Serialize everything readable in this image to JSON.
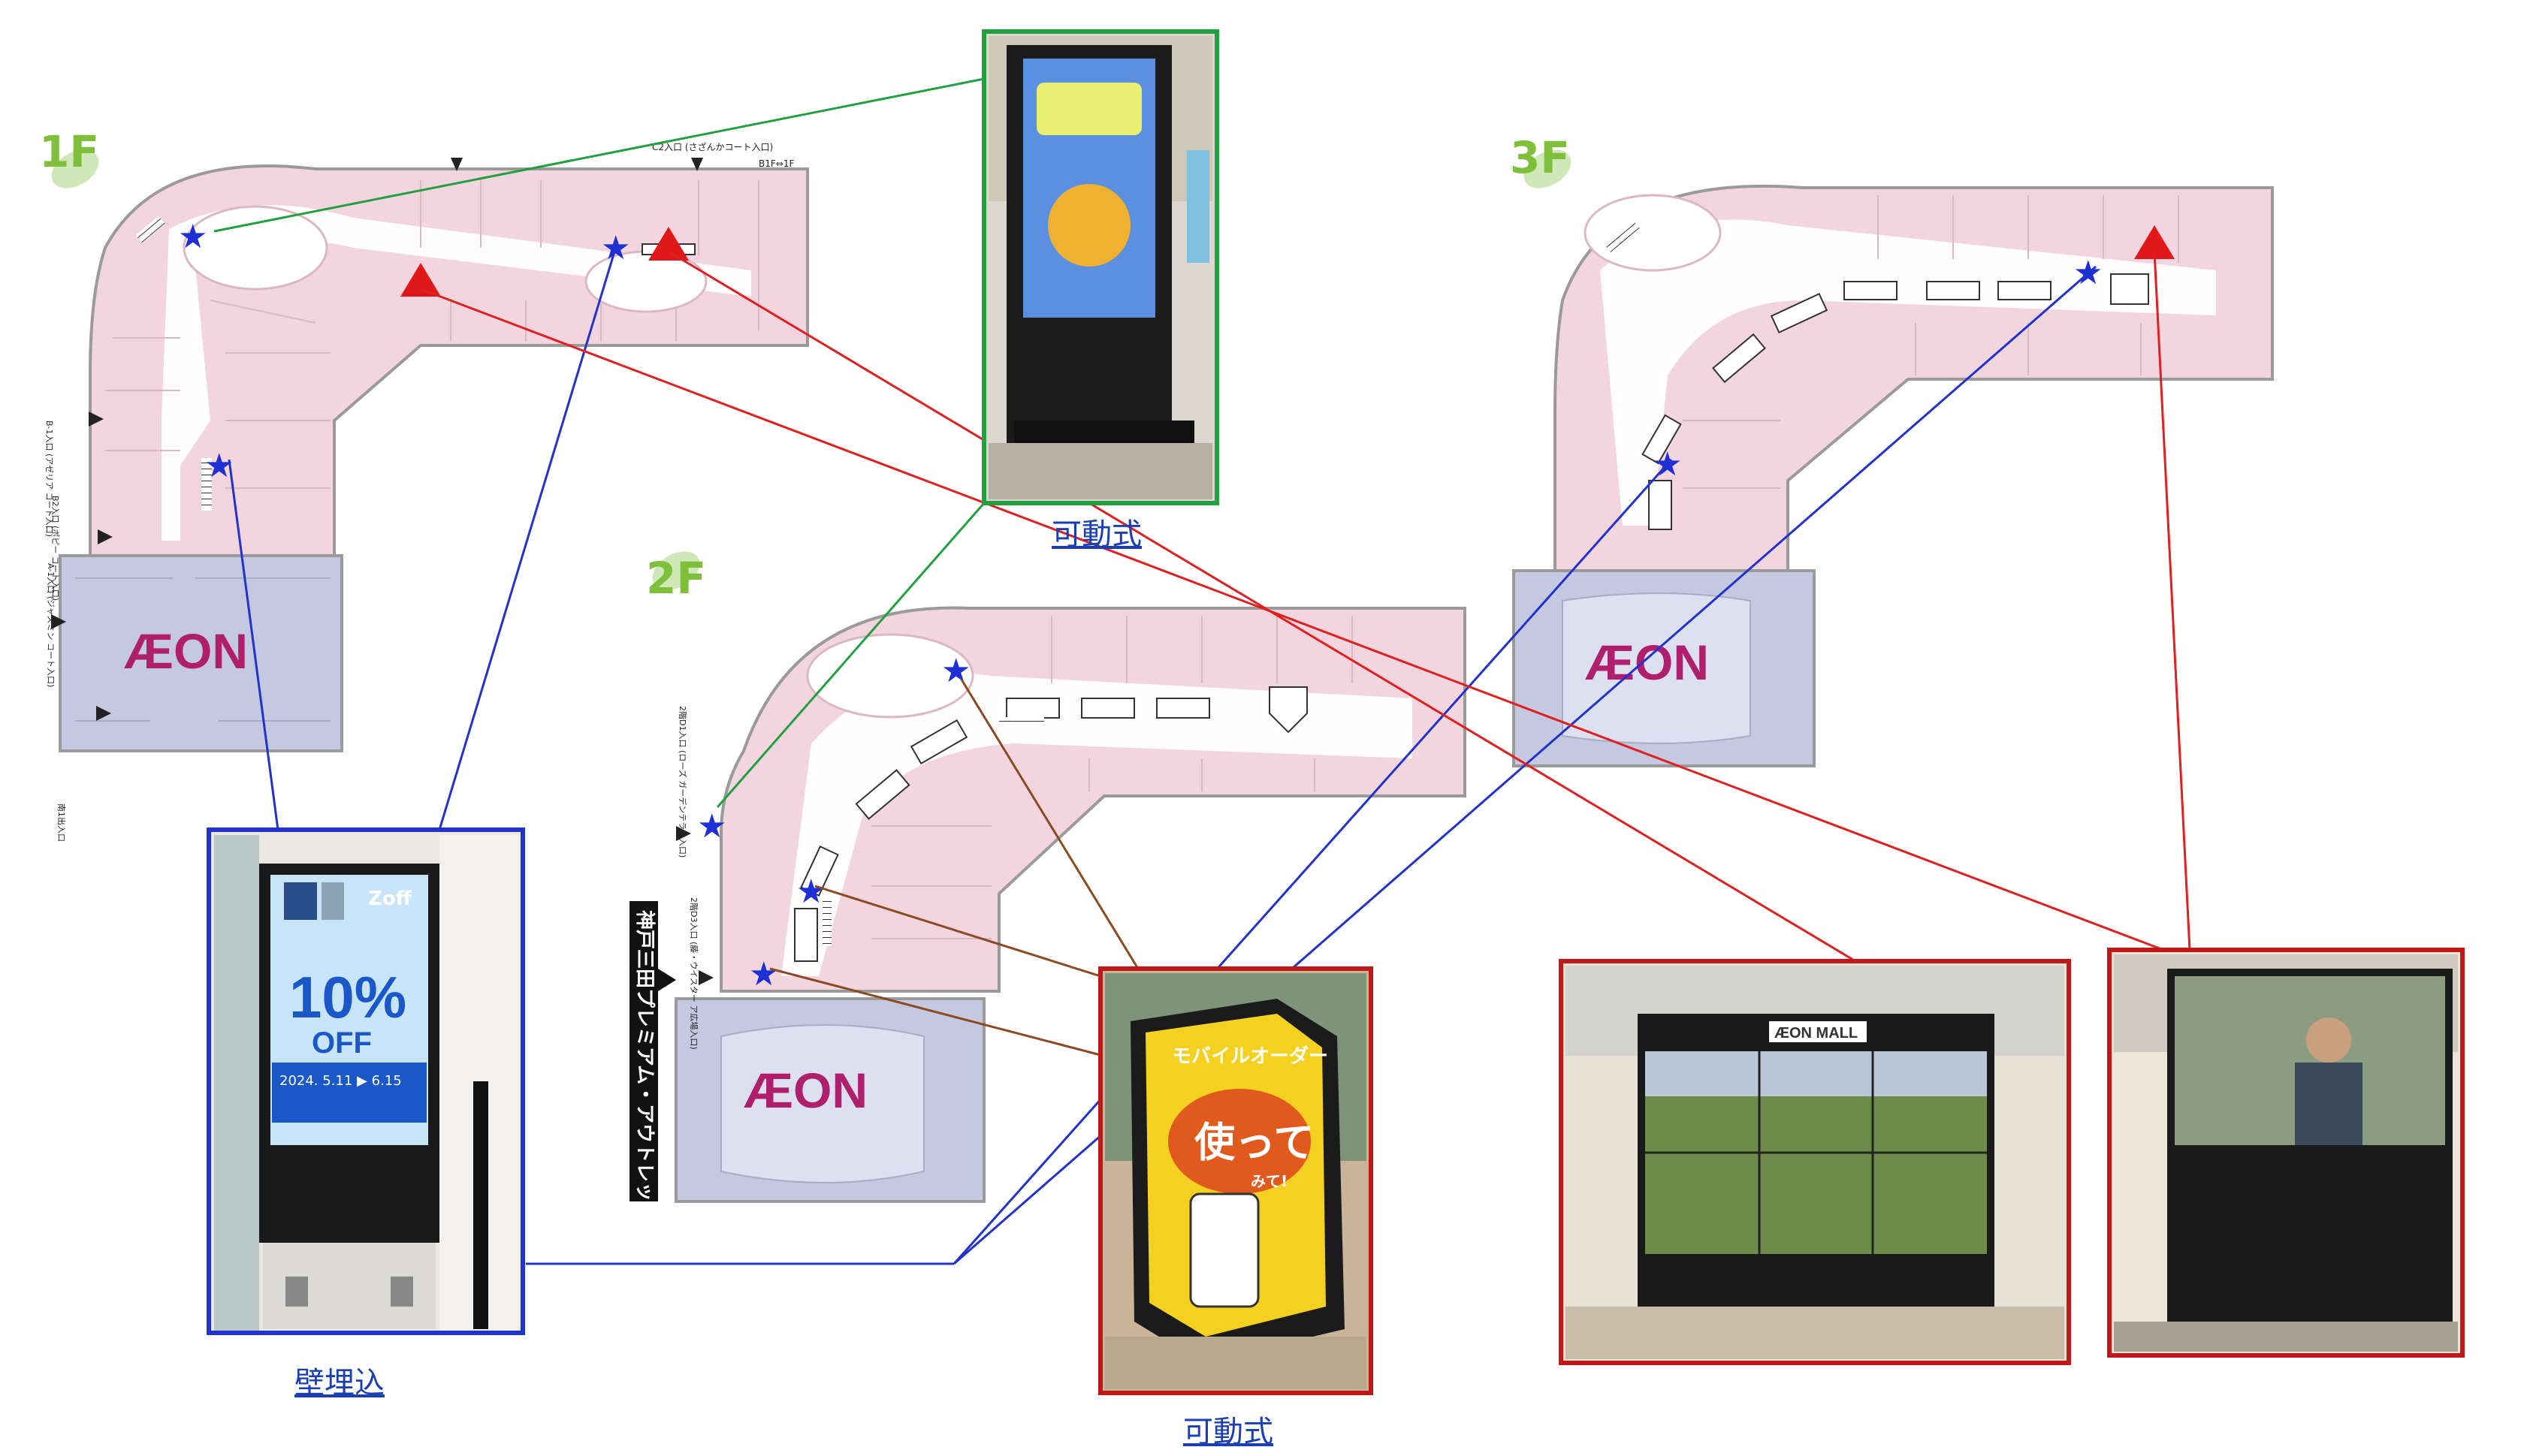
{
  "floors": {
    "f1": {
      "label": "1F",
      "anchor": "ÆON"
    },
    "f2": {
      "label": "2F",
      "anchor": "ÆON"
    },
    "f3": {
      "label": "3F",
      "anchor": "ÆON"
    }
  },
  "entrance_labels": {
    "f1_top": "C2入口 (さざんかコート入口)",
    "f1_b1f": "B1F⇔1F",
    "f1_b1": "B-1入口 (アゼリア コート入口)",
    "f1_b2": "B2入口 (ポピー コート入口)",
    "f1_a1": "A-1入口 (ジャスミン コート入口)",
    "f1_bottom": "南1出入口",
    "f2_upper": "2階D1入口 (ローズ ガーデンテラス入口)",
    "f2_lower": "2階D3入口 (藤・ウイスター ア広場入口)"
  },
  "walkway_sign": "神戸三田プレミアム・アウトレット連絡通路",
  "captions": {
    "wall": "壁埋込",
    "movable_top": "可動式",
    "movable_bottom": "可動式"
  },
  "photo_text": {
    "zoff_brand": "Zoff",
    "zoff_discount": "10%",
    "zoff_off": "OFF",
    "zoff_dates": "2024. 5.11 ▶ 6.15",
    "kiosk_headline": "モバイルオーダー",
    "kiosk_big": "使って",
    "kiosk_small": "みて!",
    "videowall_brand": "ÆON MALL"
  },
  "legend_colors": {
    "wall_embedded": "#2233cc",
    "movable": "#22a040",
    "movable_brown": "#8b4a20",
    "large_display": "#e02020"
  }
}
